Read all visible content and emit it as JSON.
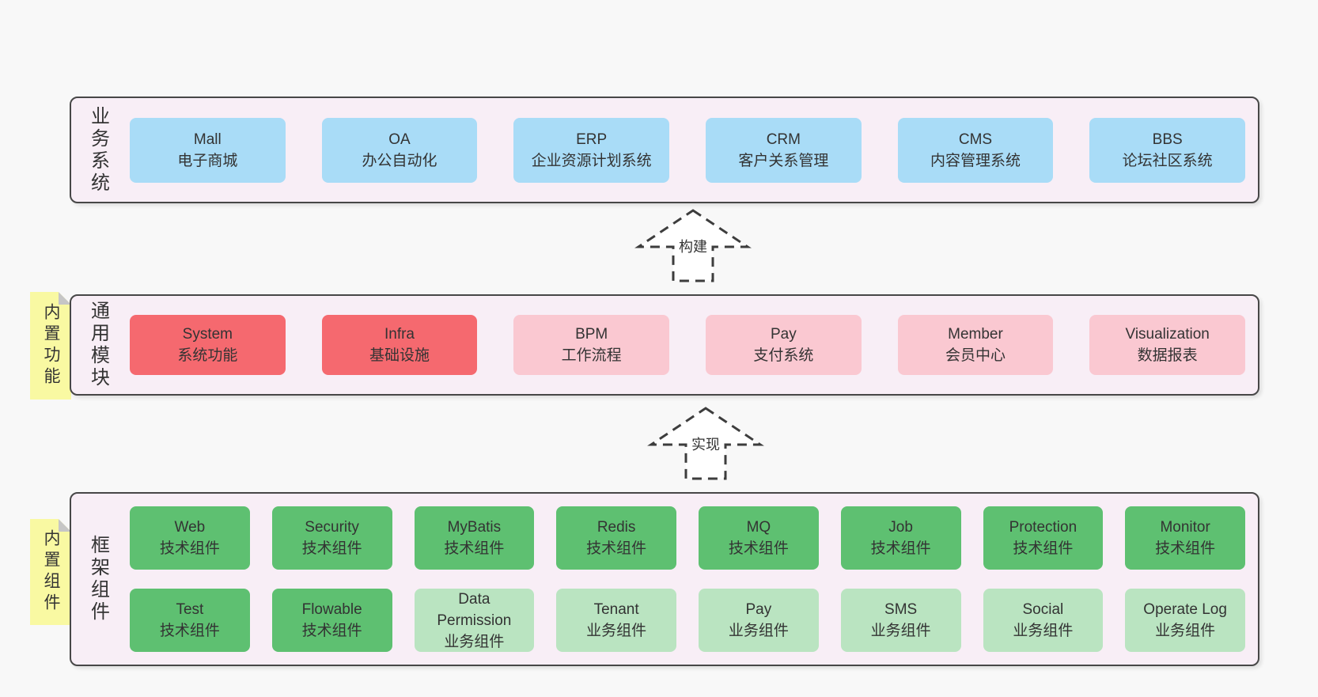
{
  "colors": {
    "page-bg": "#f8f8f8",
    "band-bg": "#f8eef6",
    "band-border": "#474747",
    "blue": "#a9dcf7",
    "red": "#f5696f",
    "pink": "#fac8d1",
    "green": "#5ec071",
    "lightgreen": "#bae4c1",
    "yellow": "#f9f9a2",
    "fold": "#c6c6c6",
    "text": "#333333",
    "arrow": "#3d3d3d"
  },
  "arrows": [
    {
      "label": "构建"
    },
    {
      "label": "实现"
    }
  ],
  "bands": [
    {
      "label": "业务系统",
      "tab": null,
      "cols": 6,
      "rows": [
        [
          {
            "name": "Mall",
            "desc": "电子商城",
            "variant": "blue"
          },
          {
            "name": "OA",
            "desc": "办公自动化",
            "variant": "blue"
          },
          {
            "name": "ERP",
            "desc": "企业资源计划系统",
            "variant": "blue"
          },
          {
            "name": "CRM",
            "desc": "客户关系管理",
            "variant": "blue"
          },
          {
            "name": "CMS",
            "desc": "内容管理系统",
            "variant": "blue"
          },
          {
            "name": "BBS",
            "desc": "论坛社区系统",
            "variant": "blue"
          }
        ]
      ]
    },
    {
      "label": "通用模块",
      "tab": "内置功能",
      "cols": 6,
      "rows": [
        [
          {
            "name": "System",
            "desc": "系统功能",
            "variant": "red"
          },
          {
            "name": "Infra",
            "desc": "基础设施",
            "variant": "red"
          },
          {
            "name": "BPM",
            "desc": "工作流程",
            "variant": "pink"
          },
          {
            "name": "Pay",
            "desc": "支付系统",
            "variant": "pink"
          },
          {
            "name": "Member",
            "desc": "会员中心",
            "variant": "pink"
          },
          {
            "name": "Visualization",
            "desc": "数据报表",
            "variant": "pink"
          }
        ]
      ]
    },
    {
      "label": "框架组件",
      "tab": "内置组件",
      "cols": 8,
      "rows": [
        [
          {
            "name": "Web",
            "desc": "技术组件",
            "variant": "green"
          },
          {
            "name": "Security",
            "desc": "技术组件",
            "variant": "green"
          },
          {
            "name": "MyBatis",
            "desc": "技术组件",
            "variant": "green"
          },
          {
            "name": "Redis",
            "desc": "技术组件",
            "variant": "green"
          },
          {
            "name": "MQ",
            "desc": "技术组件",
            "variant": "green"
          },
          {
            "name": "Job",
            "desc": "技术组件",
            "variant": "green"
          },
          {
            "name": "Protection",
            "desc": "技术组件",
            "variant": "green"
          },
          {
            "name": "Monitor",
            "desc": "技术组件",
            "variant": "green"
          }
        ],
        [
          {
            "name": "Test",
            "desc": "技术组件",
            "variant": "green"
          },
          {
            "name": "Flowable",
            "desc": "技术组件",
            "variant": "green"
          },
          {
            "name": "Data Permission",
            "desc": "业务组件",
            "variant": "lightgreen"
          },
          {
            "name": "Tenant",
            "desc": "业务组件",
            "variant": "lightgreen"
          },
          {
            "name": "Pay",
            "desc": "业务组件",
            "variant": "lightgreen"
          },
          {
            "name": "SMS",
            "desc": "业务组件",
            "variant": "lightgreen"
          },
          {
            "name": "Social",
            "desc": "业务组件",
            "variant": "lightgreen"
          },
          {
            "name": "Operate Log",
            "desc": "业务组件",
            "variant": "lightgreen"
          }
        ]
      ]
    }
  ]
}
